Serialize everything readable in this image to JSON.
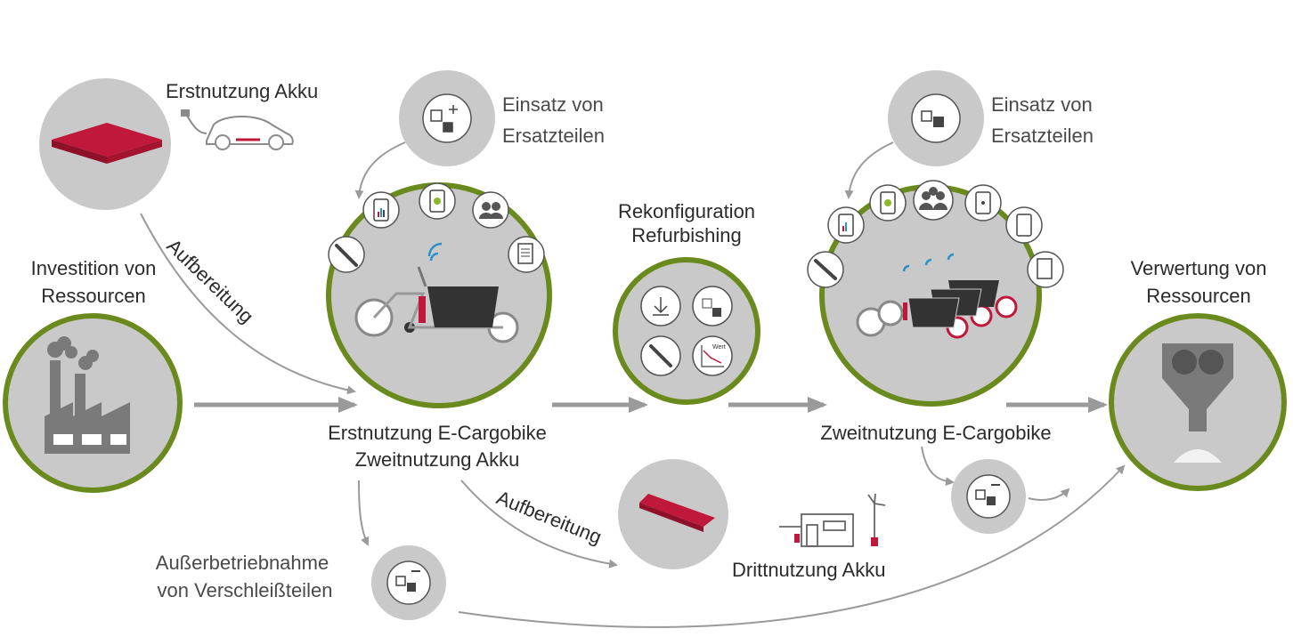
{
  "nodes": {
    "first_use_battery": "Erstnutzung Akku",
    "investment": [
      "Investition von",
      "Ressourcen"
    ],
    "spare_parts_1": [
      "Einsatz von",
      "Ersatzteilen"
    ],
    "spare_parts_2": [
      "Einsatz von",
      "Ersatzteilen"
    ],
    "reconfiguration": [
      "Rekonfiguration",
      "Refurbishing"
    ],
    "recycling": [
      "Verwertung von",
      "Ressourcen"
    ],
    "first_use_bike": [
      "Erstnutzung E-Cargobike",
      "Zweitnutzung Akku"
    ],
    "second_use_bike": "Zweitnutzung E-Cargobike",
    "decommission": [
      "Außerbetriebnahme",
      "von Verschleißteilen"
    ],
    "third_use_battery": "Drittnutzung Akku",
    "icon_value_label": "Wert"
  },
  "edges": {
    "processing_1": "Aufbereitung",
    "processing_2": "Aufbereitung"
  },
  "colors": {
    "circle_fill": "#c9c9c9",
    "ring_green": "#6b8a1e",
    "arrow": "#9a9a9a",
    "battery_red": "#c0183a",
    "icon_dark": "#3a3a3a"
  }
}
